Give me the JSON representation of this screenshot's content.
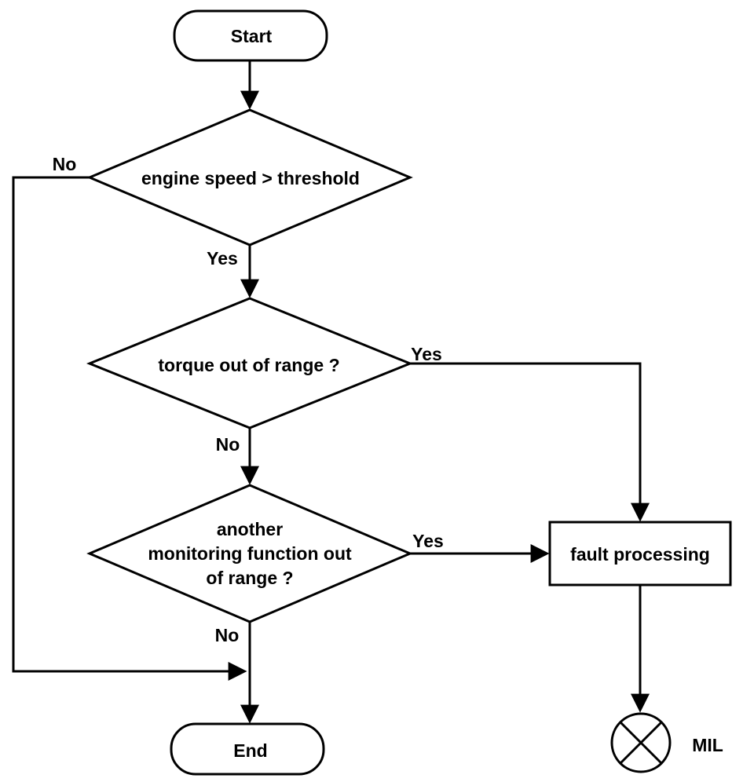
{
  "diagram": {
    "type": "flowchart",
    "colors": {
      "background": "#ffffff",
      "line": "#000000",
      "text": "#000000"
    },
    "nodes": {
      "start": {
        "type": "terminator",
        "label": "Start"
      },
      "engine_speed_check": {
        "type": "decision",
        "label": "engine speed > threshold"
      },
      "torque_check": {
        "type": "decision",
        "label": "torque out of range ?"
      },
      "monitor_check": {
        "type": "decision",
        "lines": [
          "another",
          "monitoring function out",
          "of range ?"
        ]
      },
      "fault_processing": {
        "type": "process",
        "label": "fault processing"
      },
      "end": {
        "type": "terminator",
        "label": "End"
      },
      "mil_lamp": {
        "type": "indicator-lamp",
        "label": "MIL"
      }
    },
    "edge_labels": {
      "engine_speed_no": "No",
      "engine_speed_yes": "Yes",
      "torque_yes": "Yes",
      "torque_no": "No",
      "monitor_yes": "Yes",
      "monitor_no": "No"
    },
    "edges": [
      {
        "from": "start",
        "to": "engine_speed_check",
        "label": ""
      },
      {
        "from": "engine_speed_check",
        "to": "torque_check",
        "label": "Yes"
      },
      {
        "from": "engine_speed_check",
        "to": "end",
        "label": "No"
      },
      {
        "from": "torque_check",
        "to": "fault_processing",
        "label": "Yes"
      },
      {
        "from": "torque_check",
        "to": "monitor_check",
        "label": "No"
      },
      {
        "from": "monitor_check",
        "to": "fault_processing",
        "label": "Yes"
      },
      {
        "from": "monitor_check",
        "to": "end",
        "label": "No"
      },
      {
        "from": "fault_processing",
        "to": "mil_lamp",
        "label": ""
      }
    ]
  }
}
